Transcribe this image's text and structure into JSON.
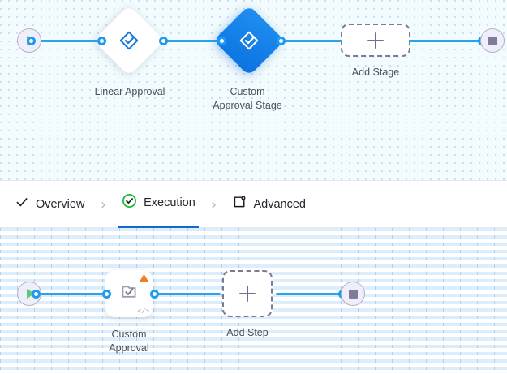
{
  "stage_canvas": {
    "name": "stage-graph",
    "start_node": {
      "icon": "play-icon",
      "label": ""
    },
    "nodes": [
      {
        "id": "linear-approval",
        "label": "Linear Approval",
        "shape": "diamond",
        "state": "inactive",
        "icon": "approval-stage-icon"
      },
      {
        "id": "custom-approval-stage",
        "label": "Custom\nApproval Stage",
        "shape": "diamond",
        "state": "selected",
        "icon": "approval-stage-icon"
      }
    ],
    "add_placeholder": {
      "label": "Add Stage",
      "icon": "plus-icon"
    },
    "end_node": {
      "icon": "stop-icon",
      "label": ""
    }
  },
  "tabs": {
    "items": [
      {
        "id": "overview",
        "label": "Overview",
        "icon": "check-icon",
        "active": false
      },
      {
        "id": "execution",
        "label": "Execution",
        "icon": "check-circle-green-icon",
        "active": true
      },
      {
        "id": "advanced",
        "label": "Advanced",
        "icon": "box-gear-icon",
        "active": false
      }
    ],
    "separator": "›"
  },
  "step_canvas": {
    "name": "step-graph",
    "start_node": {
      "icon": "play-icon",
      "label": ""
    },
    "nodes": [
      {
        "id": "custom-approval",
        "label": "Custom\nApproval",
        "shape": "card",
        "icon": "task-approval-icon",
        "badge": "warning-icon",
        "code_badge": "</>"
      }
    ],
    "add_placeholder": {
      "label": "Add Step",
      "icon": "plus-icon"
    },
    "end_node": {
      "icon": "stop-icon",
      "label": ""
    }
  },
  "colors": {
    "accent_blue": "#1e9bf0",
    "selected_blue": "#0c72e0",
    "active_tab_underline": "#1668c9",
    "success_green": "#17b832",
    "warning_orange": "#f37b1d",
    "play_green": "#5bc97f",
    "stop_gray": "#7e7c96"
  }
}
